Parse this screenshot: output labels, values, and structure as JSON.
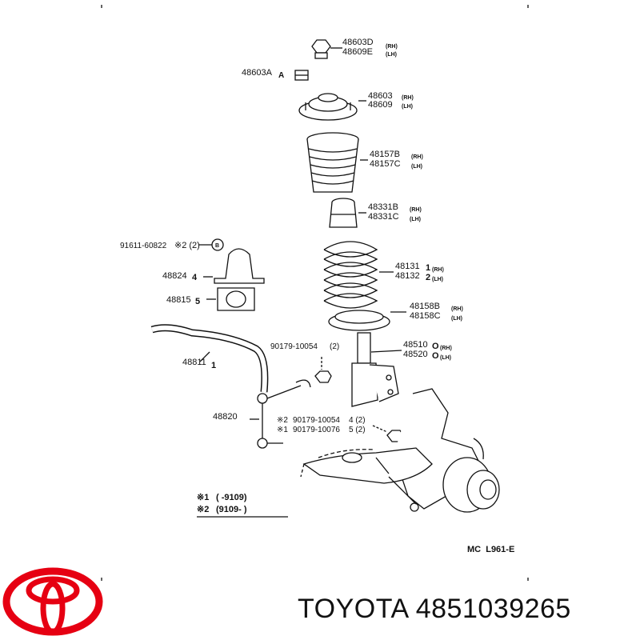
{
  "diagram": {
    "code": "MC  L961-E",
    "legend": {
      "line1_code": "※1",
      "line1_range": "(      -9109)",
      "line2_code": "※2",
      "line2_range": "(9109-      )"
    },
    "callouts": [
      {
        "id": "nut_top",
        "numbers": [
          "48603D",
          "48609E"
        ],
        "suffixes": [
          "(RH)",
          "(LH)"
        ]
      },
      {
        "id": "nut_a",
        "number": "48603A",
        "marker": "A"
      },
      {
        "id": "support",
        "numbers": [
          "48603",
          "48609"
        ],
        "suffixes": [
          "(RH)",
          "(LH)"
        ]
      },
      {
        "id": "boot",
        "numbers": [
          "48157B",
          "48157C"
        ],
        "suffixes": [
          "(RH)",
          "(LH)"
        ]
      },
      {
        "id": "bumper",
        "numbers": [
          "48331B",
          "48331C"
        ],
        "suffixes": [
          "(RH)",
          "(LH)"
        ]
      },
      {
        "id": "bolt",
        "number": "91611-60822",
        "qty": "※2 (2)",
        "marker": "B"
      },
      {
        "id": "bracket",
        "number": "48824",
        "qty": "4"
      },
      {
        "id": "bushing",
        "number": "48815",
        "qty": "5"
      },
      {
        "id": "spring",
        "numbers": [
          "48131",
          "48132"
        ],
        "qtys": [
          "1",
          "2"
        ],
        "suffixes": [
          "(RH)",
          "(LH)"
        ]
      },
      {
        "id": "insulator",
        "numbers": [
          "48158B",
          "48158C"
        ],
        "suffixes": [
          "(RH)",
          "(LH)"
        ]
      },
      {
        "id": "strut",
        "numbers": [
          "48510",
          "48520"
        ],
        "markers": [
          "O",
          "O"
        ],
        "suffixes": [
          "(RH)",
          "(LH)"
        ]
      },
      {
        "id": "nut_link",
        "number": "90179-10054",
        "qty": "(2)"
      },
      {
        "id": "stabilizer",
        "number": "48811",
        "qty": "1"
      },
      {
        "id": "link",
        "number": "48820"
      },
      {
        "id": "link_nuts",
        "numbers": [
          "90179-10054",
          "90179-10076"
        ],
        "codes": [
          "※2",
          "※1"
        ],
        "qtys": [
          "4 (2)",
          "5 (2)"
        ]
      }
    ]
  },
  "brand": {
    "name": "TOYOTA",
    "part_number": "4851039265",
    "logo_color": "#e60012"
  }
}
